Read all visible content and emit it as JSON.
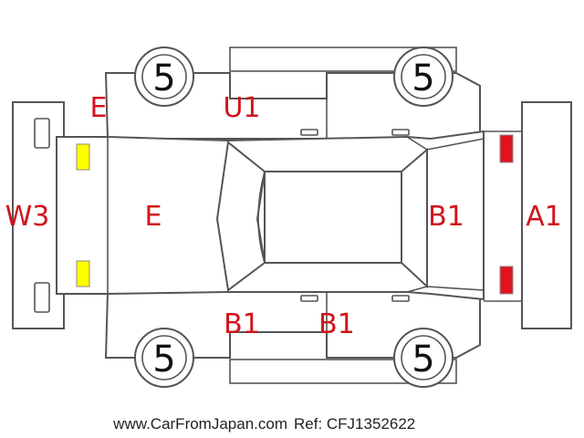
{
  "tire_scores": {
    "front_left": "5",
    "rear_left": "5",
    "front_right": "5",
    "rear_right": "5"
  },
  "damage_codes": {
    "front_left_fender": "E",
    "front_bumper": "W3",
    "hood": "E",
    "front_left_door": "U1",
    "rear_glass": "B1",
    "rear_bumper": "A1",
    "front_right_door": "B1",
    "rear_right_door": "B1"
  },
  "marker_colors": {
    "headlights": "#ffff00",
    "taillights": "#e0141e"
  },
  "footer": {
    "website": "www.CarFromJapan.com",
    "reference": "Ref: CFJ1352622"
  }
}
